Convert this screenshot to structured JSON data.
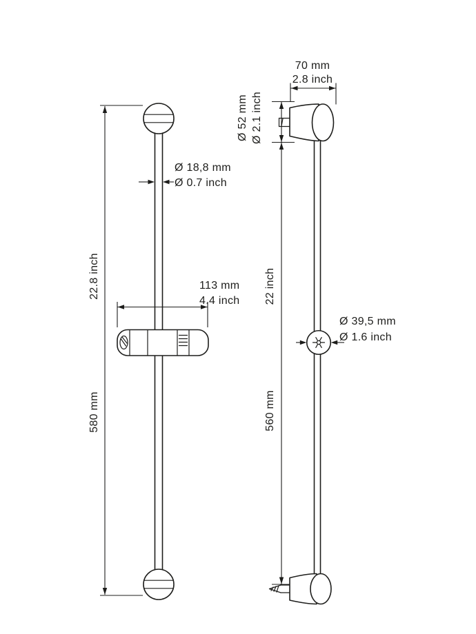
{
  "colors": {
    "background": "#ffffff",
    "line": "#1d1d1b"
  },
  "front_view": {
    "overall_length": {
      "inch": "22.8 inch",
      "mm": "580 mm"
    },
    "bar_diameter": {
      "mm": "Ø 18,8 mm",
      "inch": "Ø 0.7 inch"
    },
    "slider_width": {
      "mm": "113 mm",
      "inch": "4.4 inch"
    }
  },
  "side_view": {
    "wall_offset": {
      "mm": "70 mm",
      "inch": "2.8 inch"
    },
    "wall_plate_diameter": {
      "mm": "Ø 52 mm",
      "inch": "Ø 2.1 inch"
    },
    "mount_distance": {
      "inch": "22 inch",
      "mm": "560 mm"
    },
    "knob_diameter": {
      "mm": "Ø 39,5 mm",
      "inch": "Ø 1.6 inch"
    }
  }
}
